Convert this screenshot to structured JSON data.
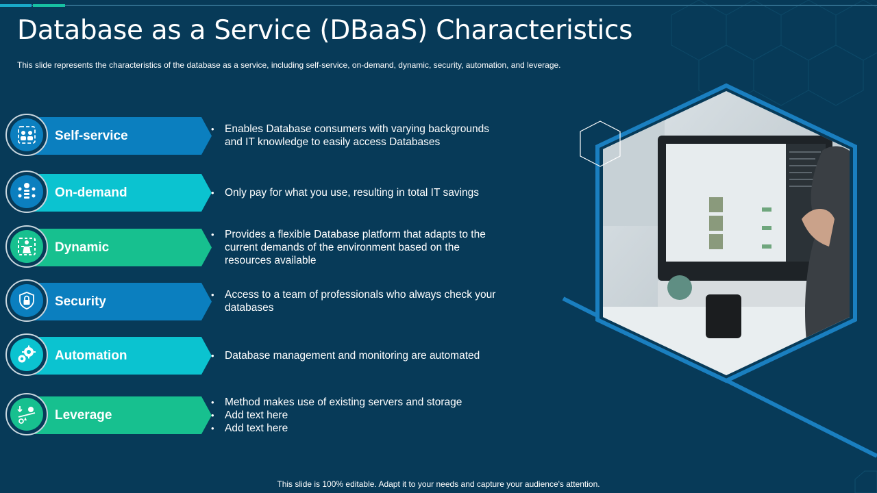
{
  "slide": {
    "title": "Database as a Service (DBaaS) Characteristics",
    "subtitle": "This slide represents the characteristics of the database as a service, including self-service, on-demand, dynamic, security, automation, and leverage.",
    "footer": "This slide is 100% editable. Adapt it to your needs and capture your audience's attention."
  },
  "colors": {
    "background": "#073a58",
    "blue": "#0b7fbf",
    "cyan": "#0bc3d0",
    "green": "#17c08f",
    "frame": "#1a7fc0"
  },
  "characteristics": [
    {
      "label": "Self-service",
      "icon": "self-service-icon",
      "color": "blue",
      "bullets": [
        "Enables Database consumers with varying backgrounds and IT knowledge to easily access Databases"
      ]
    },
    {
      "label": "On-demand",
      "icon": "on-demand-icon",
      "color": "cyan",
      "bullets": [
        "Only pay for what you use, resulting in total IT savings"
      ]
    },
    {
      "label": "Dynamic",
      "icon": "dynamic-icon",
      "color": "green",
      "bullets": [
        "Provides a flexible Database platform that adapts to the current demands of the environment based on the resources available"
      ]
    },
    {
      "label": "Security",
      "icon": "shield-lock-icon",
      "color": "blue",
      "bullets": [
        "Access to a team of professionals who always check your databases"
      ]
    },
    {
      "label": "Automation",
      "icon": "gears-icon",
      "color": "cyan",
      "bullets": [
        "Database management and monitoring are automated"
      ]
    },
    {
      "label": "Leverage",
      "icon": "leverage-icon",
      "color": "green",
      "bullets": [
        "Method makes use of existing servers and storage",
        "Add text here",
        "Add text here"
      ]
    }
  ]
}
